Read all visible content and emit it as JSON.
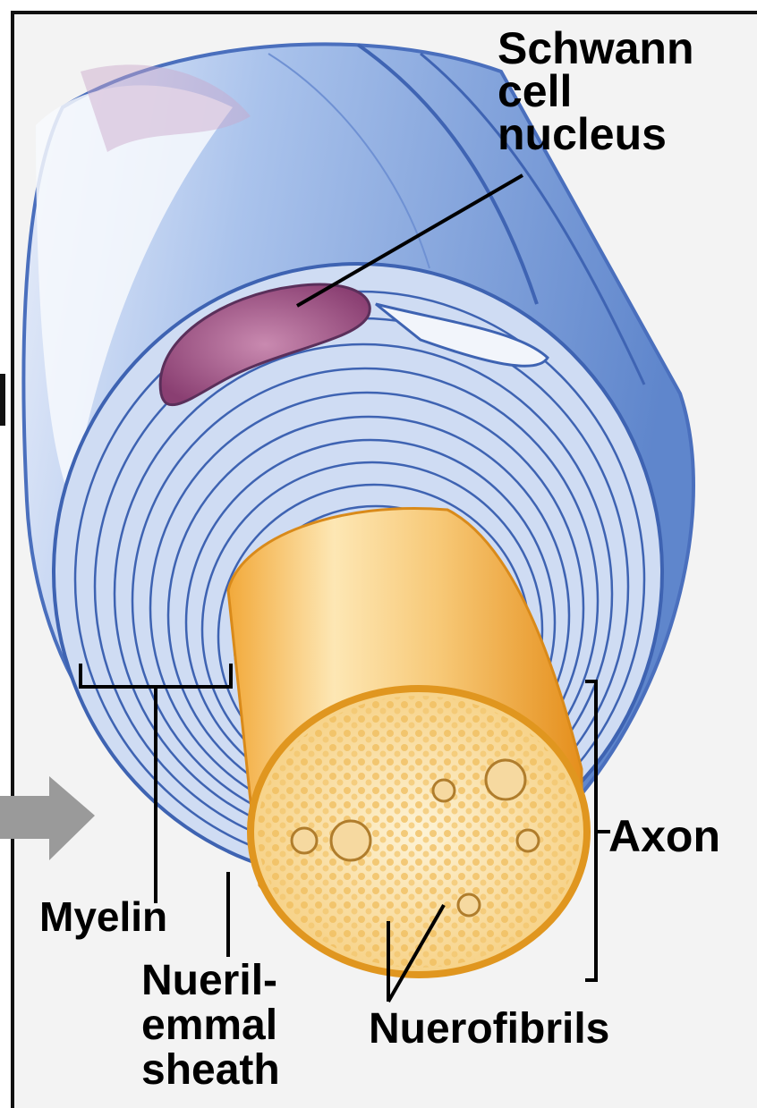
{
  "labels": {
    "schwann_line1": "Schwann",
    "schwann_line2": "cell",
    "schwann_line3": "nucleus",
    "axon": "Axon",
    "myelin": "Myelin",
    "neurilemmal_line1": "Nueril-",
    "neurilemmal_line2": "emmal",
    "neurilemmal_line3": "sheath",
    "neurofibrils": "Nuerofibrils"
  },
  "colors": {
    "myelin_blue": "#5f86cc",
    "myelin_light": "#aac3ec",
    "axon_orange": "#f2a93a",
    "axon_light": "#fde7b4",
    "nucleus": "#a6578c",
    "arrow": "#9a9a9a"
  }
}
